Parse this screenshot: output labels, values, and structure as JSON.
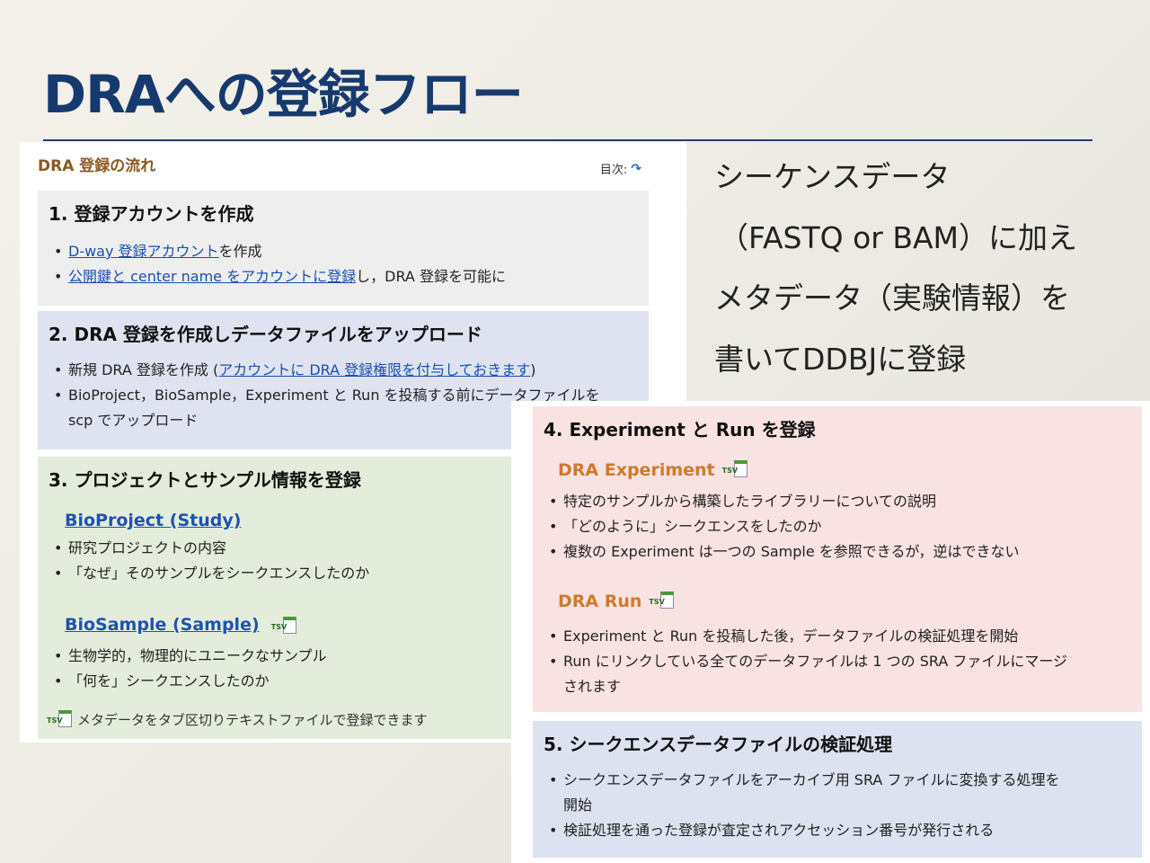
{
  "slide": {
    "title": "DRAへの登録フロー"
  },
  "panel": {
    "heading": "DRA 登録の流れ",
    "toc_label": "目次:"
  },
  "step1": {
    "title": "1. 登録アカウントを作成",
    "item1_link": "D-way 登録アカウント",
    "item1_text": "を作成",
    "item2_link": "公開鍵と center name をアカウントに登録",
    "item2_text": "し，DRA 登録を可能に"
  },
  "step2": {
    "title": "2. DRA 登録を作成しデータファイルをアップロード",
    "item1_text": "新規 DRA 登録を作成 (",
    "item1_link": "アカウントに DRA 登録権限を付与しておきます",
    "item1_close": ")",
    "item2_text": "BioProject，BioSample，Experiment と Run を投稿する前にデータファイルを",
    "item2_cont": "scp でアップロード"
  },
  "step3": {
    "title": "3. プロジェクトとサンプル情報を登録",
    "bioproject_link": "BioProject (Study)",
    "bp_item1": "研究プロジェクトの内容",
    "bp_item2": "「なぜ」そのサンプルをシークエンスしたのか",
    "biosample_link": "BioSample (Sample)",
    "bs_item1": "生物学的，物理的にユニークなサンプル",
    "bs_item2": "「何を」シークエンスしたのか",
    "tsv_note": "メタデータをタブ区切りテキストファイルで登録できます"
  },
  "tsv_icon_label": "TSV",
  "side_text": {
    "line1": "シーケンスデータ",
    "line2": "（FASTQ or BAM）に加え",
    "line3": "メタデータ（実験情報）を",
    "line4": "書いてDDBJに登録"
  },
  "step4": {
    "title": "4. Experiment と Run を登録",
    "exp_heading": "DRA Experiment",
    "exp_item1": "特定のサンプルから構築したライブラリーについての説明",
    "exp_item2": "「どのように」シークエンスをしたのか",
    "exp_item3": "複数の Experiment は一つの Sample を参照できるが，逆はできない",
    "run_heading": "DRA Run",
    "run_item1": "Experiment と Run を投稿した後，データファイルの検証処理を開始",
    "run_item2": "Run にリンクしている全てのデータファイルは 1 つの SRA ファイルにマージ",
    "run_item2_cont": "されます"
  },
  "step5": {
    "title": "5. シークエンスデータファイルの検証処理",
    "item1": "シークエンスデータファイルをアーカイブ用 SRA ファイルに変換する処理を",
    "item1_cont": "開始",
    "item2": "検証処理を通った登録が査定されアクセッション番号が発行される"
  },
  "colors": {
    "title": "#173a6e",
    "box1": "#eeeeee",
    "box2": "#dfe3f1",
    "box3": "#e4eddb",
    "box4": "#f9e2e2",
    "box5": "#dde2f0",
    "heading_orange": "#d07a2a"
  }
}
